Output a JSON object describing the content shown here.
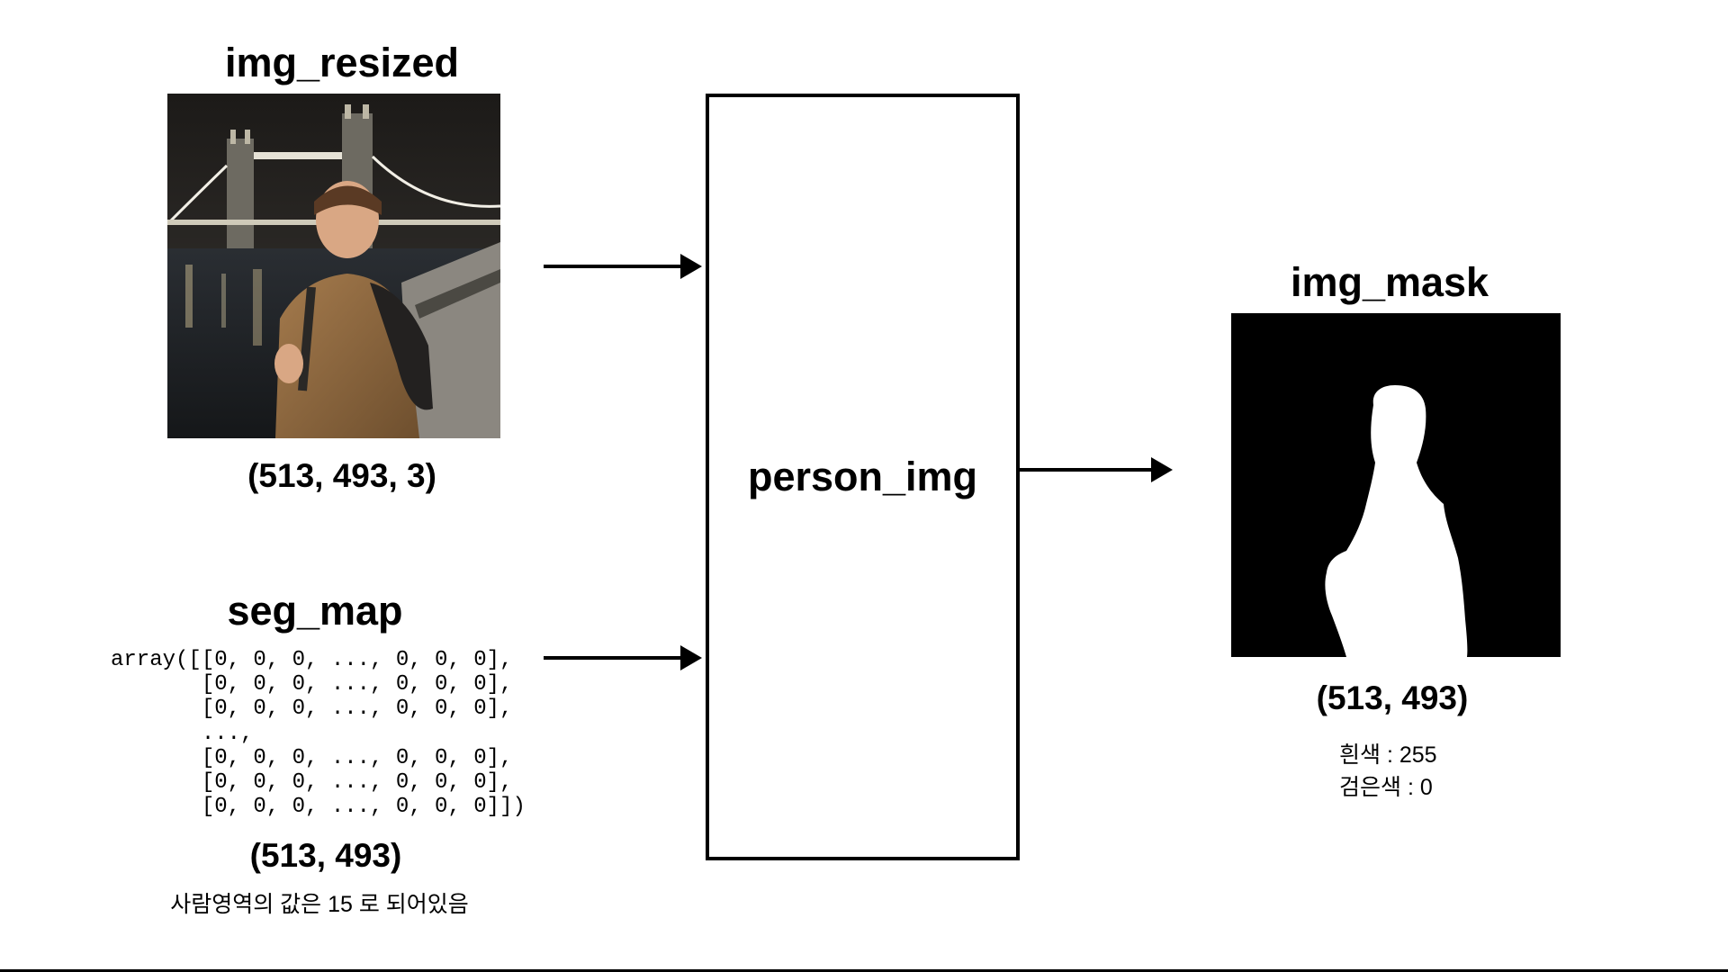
{
  "inputs": {
    "image": {
      "title": "img_resized",
      "shape": "(513, 493, 3)"
    },
    "segmap": {
      "title": "seg_map",
      "array_lines": [
        "array([[0, 0, 0, ..., 0, 0, 0],",
        "       [0, 0, 0, ..., 0, 0, 0],",
        "       [0, 0, 0, ..., 0, 0, 0],",
        "       ...,",
        "       [0, 0, 0, ..., 0, 0, 0],",
        "       [0, 0, 0, ..., 0, 0, 0],",
        "       [0, 0, 0, ..., 0, 0, 0]])"
      ],
      "shape": "(513, 493)",
      "note": "사람영역의 값은  15 로 되어있음"
    }
  },
  "process": {
    "label": "person_img"
  },
  "output": {
    "title": "img_mask",
    "shape": "(513, 493)",
    "legend": [
      "흰색  : 255",
      "검은색  : 0"
    ]
  },
  "colors": {
    "stroke": "#000000",
    "mask_background": "#000000",
    "mask_foreground": "#ffffff"
  }
}
